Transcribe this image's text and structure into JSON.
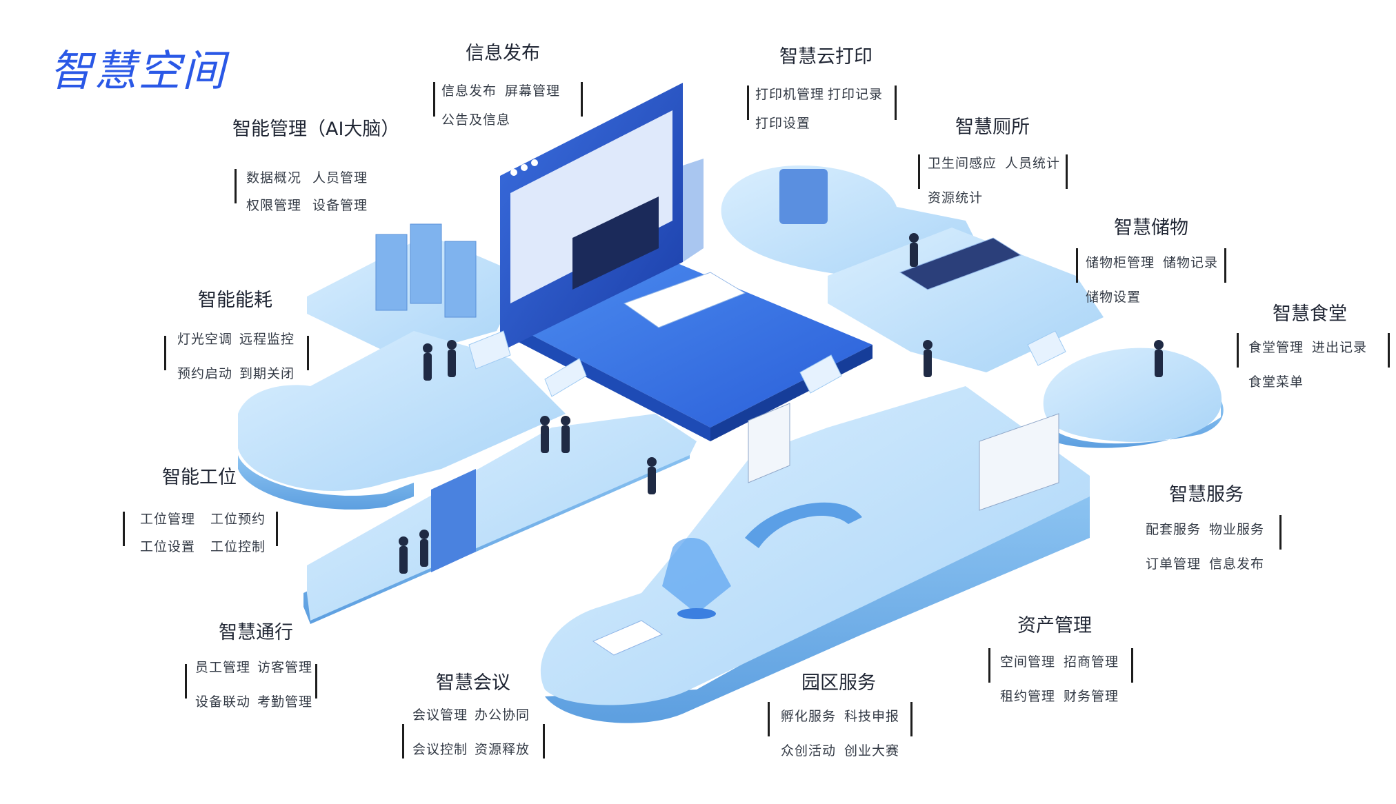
{
  "page_title": "智慧空间",
  "modules": {
    "info_publish": {
      "title": "信息发布",
      "items": [
        "信息发布",
        "屏幕管理",
        "公告及信息"
      ]
    },
    "cloud_print": {
      "title": "智慧云打印",
      "items": [
        "打印机管理",
        "打印记录",
        "打印设置"
      ]
    },
    "smart_toilet": {
      "title": "智慧厕所",
      "items": [
        "卫生间感应",
        "人员统计",
        "资源统计"
      ]
    },
    "ai_brain": {
      "title": "智能管理（AI大脑）",
      "items": [
        "数据概况",
        "人员管理",
        "权限管理",
        "设备管理"
      ]
    },
    "smart_storage": {
      "title": "智慧储物",
      "items": [
        "储物柜管理",
        "储物记录",
        "储物设置"
      ]
    },
    "smart_energy": {
      "title": "智能能耗",
      "items": [
        "灯光空调",
        "远程监控",
        "预约启动",
        "到期关闭"
      ]
    },
    "smart_canteen": {
      "title": "智慧食堂",
      "items": [
        "食堂管理",
        "进出记录",
        "食堂菜单"
      ]
    },
    "smart_workstation": {
      "title": "智能工位",
      "items": [
        "工位管理",
        "工位预约",
        "工位设置",
        "工位控制"
      ]
    },
    "smart_service": {
      "title": "智慧服务",
      "items": [
        "配套服务",
        "物业服务",
        "订单管理",
        "信息发布"
      ]
    },
    "asset_mgmt": {
      "title": "资产管理",
      "items": [
        "空间管理",
        "招商管理",
        "租约管理",
        "财务管理"
      ]
    },
    "smart_access": {
      "title": "智慧通行",
      "items": [
        "员工管理",
        "访客管理",
        "设备联动",
        "考勤管理"
      ]
    },
    "smart_meeting": {
      "title": "智慧会议",
      "items": [
        "会议管理",
        "办公协同",
        "会议控制",
        "资源释放"
      ]
    },
    "park_service": {
      "title": "园区服务",
      "items": [
        "孵化服务",
        "科技申报",
        "众创活动",
        "创业大赛"
      ]
    }
  },
  "colors": {
    "title_blue": "#2a58e6",
    "platform": "#bfe0fb",
    "platform_top": "#cfe8fd",
    "platform_side": "#7ab8ec",
    "center_dark": "#2b62d9"
  }
}
